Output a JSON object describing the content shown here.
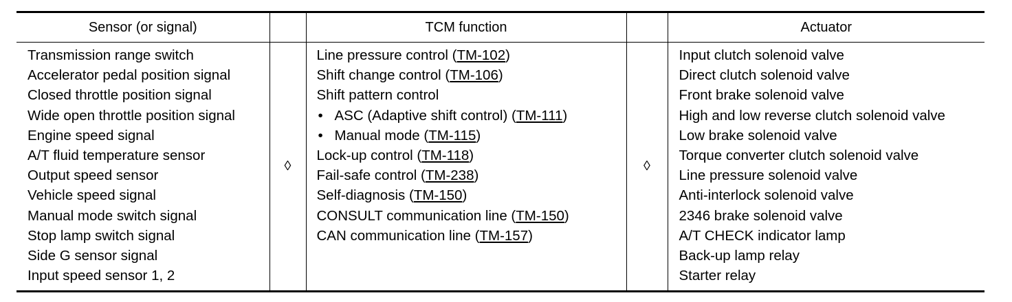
{
  "headers": {
    "sensor": "Sensor (or signal)",
    "function": "TCM function",
    "actuator": "Actuator"
  },
  "arrow_symbol": "◊",
  "sensors": [
    "Transmission range switch",
    "Accelerator pedal position signal",
    "Closed throttle position signal",
    "Wide open throttle position signal",
    "Engine speed signal",
    "A/T fluid temperature sensor",
    "Output speed sensor",
    "Vehicle speed signal",
    "Manual mode switch signal",
    "Stop lamp switch signal",
    "Side G sensor signal",
    "Input speed sensor 1, 2"
  ],
  "functions": [
    {
      "bullet": "",
      "text": "Line pressure control (",
      "ref": "TM-102",
      "tail": ")"
    },
    {
      "bullet": "",
      "text": "Shift change control (",
      "ref": "TM-106",
      "tail": ")"
    },
    {
      "bullet": "",
      "text": "Shift pattern control",
      "ref": "",
      "tail": ""
    },
    {
      "bullet": "•",
      "text": "ASC (Adaptive shift control) (",
      "ref": "TM-111",
      "tail": ")"
    },
    {
      "bullet": "•",
      "text": "Manual mode (",
      "ref": "TM-115",
      "tail": ")"
    },
    {
      "bullet": "",
      "text": "Lock-up control (",
      "ref": "TM-118",
      "tail": ")"
    },
    {
      "bullet": "",
      "text": "Fail-safe control (",
      "ref": "TM-238",
      "tail": ")"
    },
    {
      "bullet": "",
      "text": "Self-diagnosis (",
      "ref": "TM-150",
      "tail": ")"
    },
    {
      "bullet": "",
      "text": "CONSULT communication line (",
      "ref": "TM-150",
      "tail": ")"
    },
    {
      "bullet": "",
      "text": "CAN communication line (",
      "ref": "TM-157",
      "tail": ")"
    }
  ],
  "actuators": [
    "Input clutch solenoid valve",
    "Direct clutch solenoid valve",
    "Front brake solenoid valve",
    "High and low reverse clutch solenoid valve",
    "Low brake solenoid valve",
    "Torque converter clutch solenoid valve",
    "Line pressure solenoid valve",
    "Anti-interlock solenoid valve",
    "2346 brake solenoid valve",
    "A/T CHECK indicator lamp",
    "Back-up lamp relay",
    "Starter relay"
  ]
}
